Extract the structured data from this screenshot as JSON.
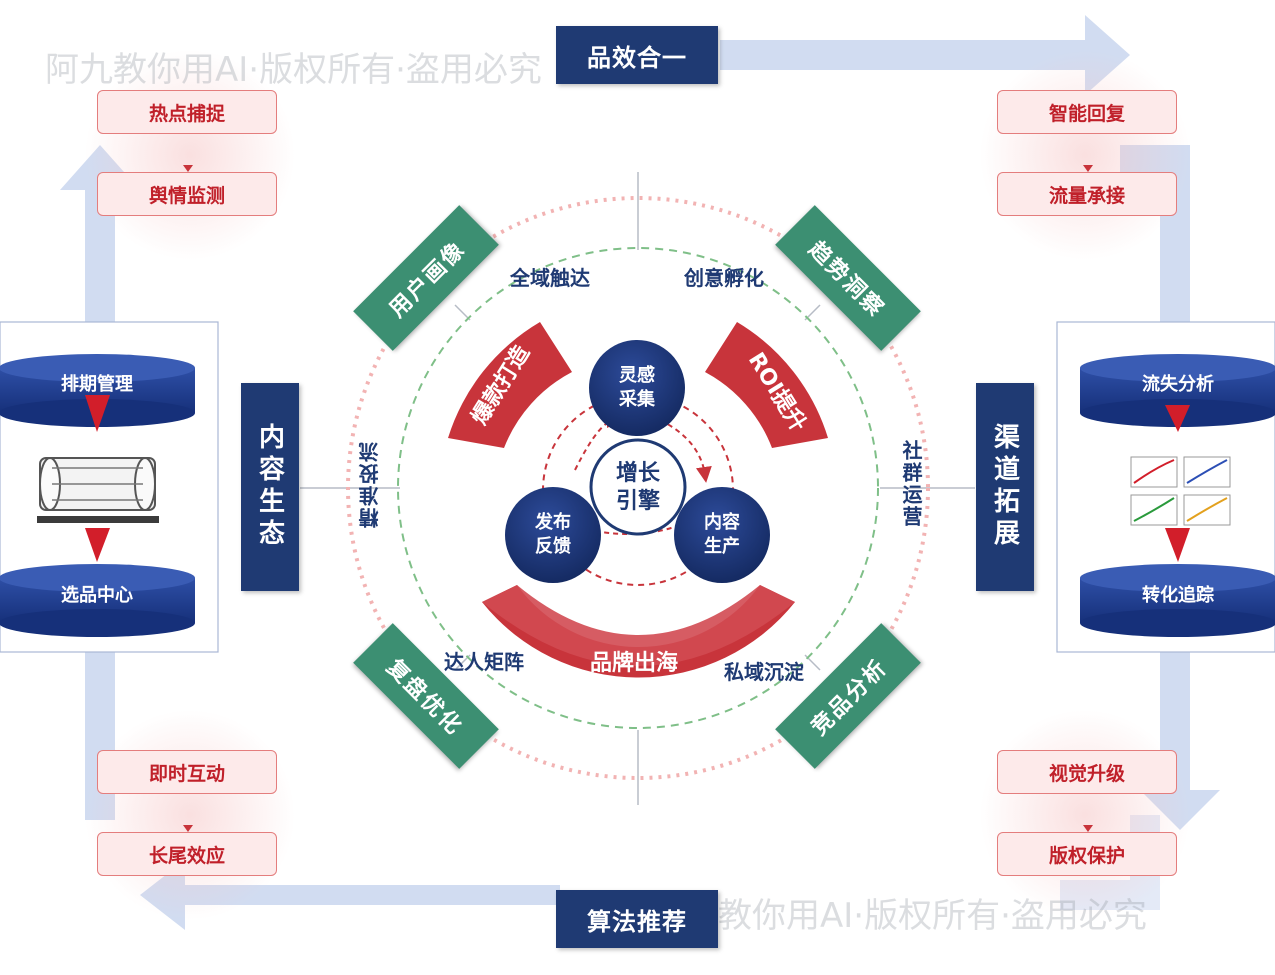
{
  "top_banner": "品效合一",
  "bottom_banner": "算法推荐",
  "left_pillar": "内容生态",
  "right_pillar": "渠道拓展",
  "corners": {
    "top_left": [
      "热点捕捉",
      "舆情监测"
    ],
    "top_right": [
      "智能回复",
      "流量承接"
    ],
    "bottom_left": [
      "即时互动",
      "长尾效应"
    ],
    "bottom_right": [
      "视觉升级",
      "版权保护"
    ]
  },
  "left_panel": {
    "top": "排期管理",
    "bottom": "选品中心"
  },
  "right_panel": {
    "top": "流失分析",
    "bottom": "转化追踪"
  },
  "diagonals": {
    "top_left": "用户画像",
    "top_right": "趋势洞察",
    "bottom_left": "复盘优化",
    "bottom_right": "竞品分析"
  },
  "ring_labels": {
    "top_left": "全域触达",
    "top_right": "创意孵化",
    "left": "精准投流",
    "right": "社群运营",
    "bottom_left": "达人矩阵",
    "bottom_right": "私域沉淀"
  },
  "arcs": {
    "upper_left": "爆款打造",
    "upper_right": "ROI提升",
    "bottom": "品牌出海"
  },
  "core": {
    "center": "增长引擎",
    "top": "灵感采集",
    "right": "内容生产",
    "left": "发布反馈"
  },
  "watermark": "阿九教你用AI·版权所有·盗用必究",
  "colors": {
    "navy": "#1f3a73",
    "red": "#c8343b",
    "green": "#3c8f72",
    "pink_fill": "#fdeaea",
    "arrow_blue": "#c9d6ef"
  }
}
